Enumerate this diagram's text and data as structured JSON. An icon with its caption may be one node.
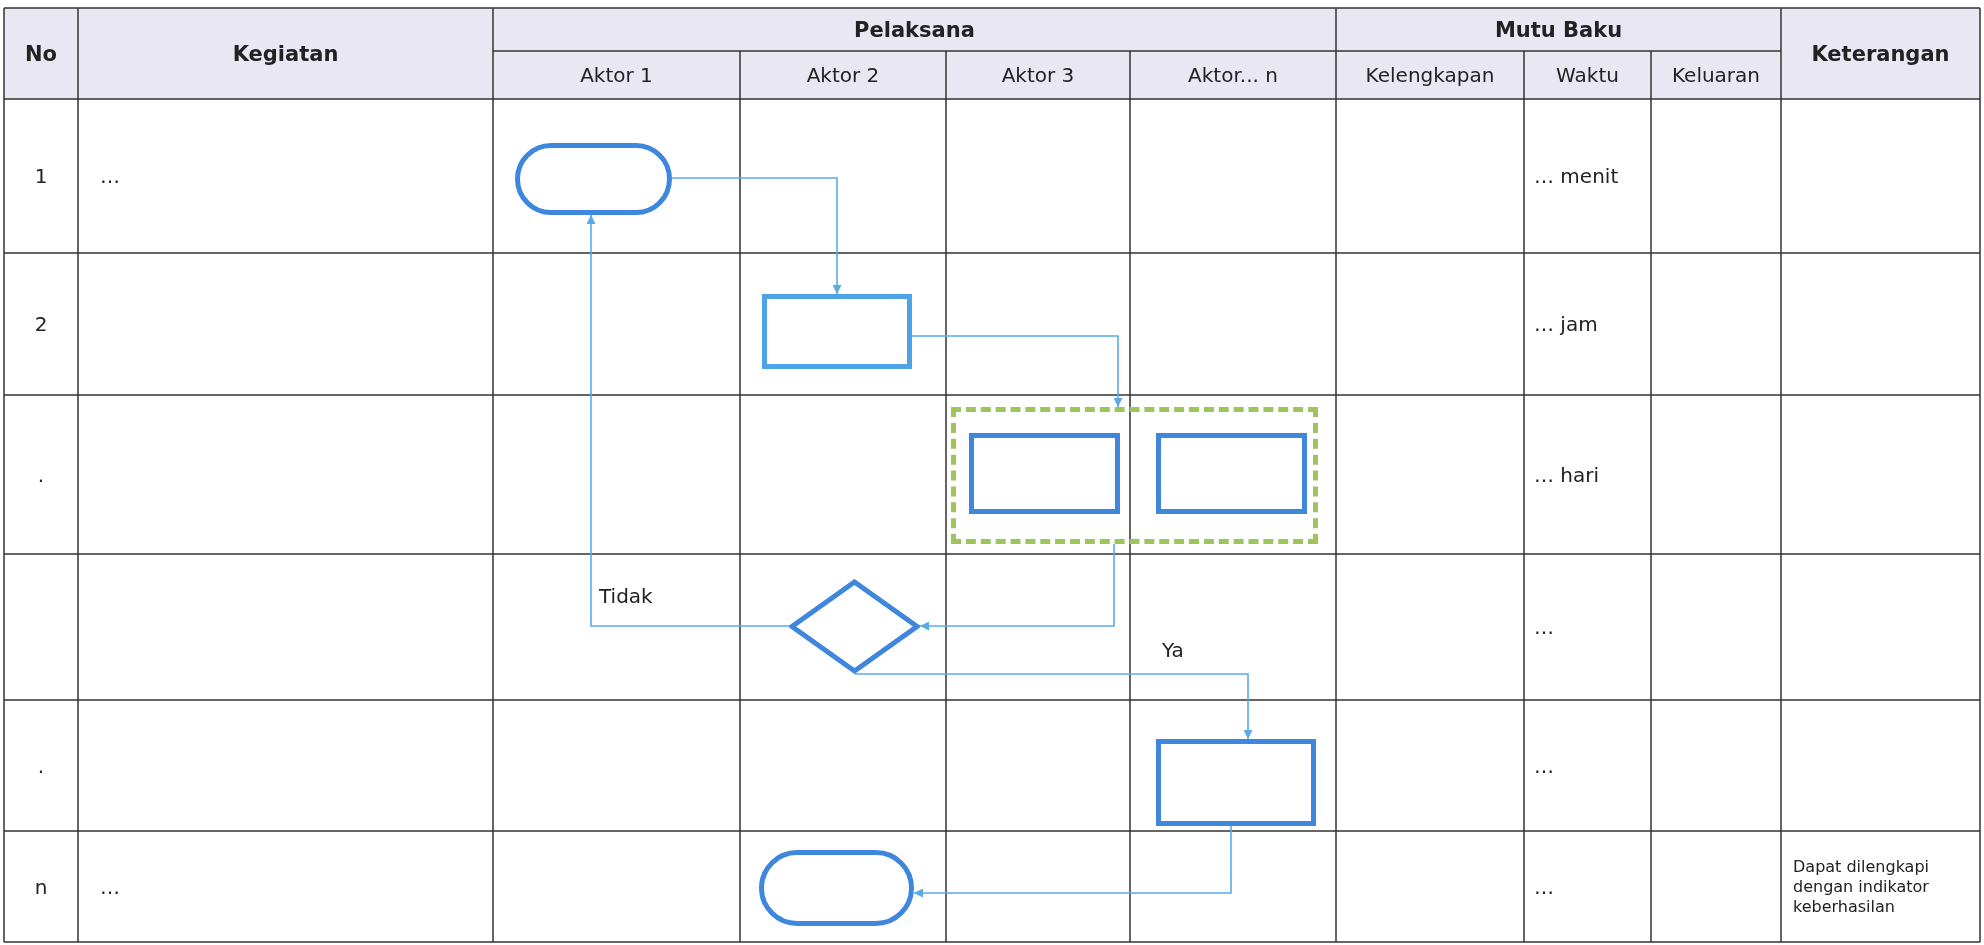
{
  "diagram": {
    "nodes": [
      {
        "text": [],
        "shape": "terminal"
      },
      {
        "text": [],
        "shape": "box"
      },
      {
        "text": [],
        "shape": "box"
      },
      {
        "text": [],
        "shape": "box",
        "in": 2
      },
      {
        "text": [],
        "shape": "box",
        "in": 2
      },
      {
        "text": [],
        "shape": "diamond"
      },
      {
        "text": [],
        "shape": "box"
      },
      {
        "text": [],
        "shape": "terminal"
      }
    ],
    "edges": [
      {
        "from": 0,
        "to": 1,
        "arrow": "to"
      },
      {
        "from": 1,
        "to": 2,
        "arrow": "to"
      },
      {
        "from": 2,
        "to": 5,
        "arrow": "to"
      },
      {
        "from": 5,
        "to": 0,
        "arrow": "to",
        "label": "Tidak"
      },
      {
        "from": 5,
        "to": 6,
        "arrow": "to",
        "label": "Ya"
      },
      {
        "from": 6,
        "to": 7,
        "arrow": "to"
      }
    ],
    "labels": [
      "No",
      "Kegiatan",
      "Pelaksana",
      "Mutu Baku",
      "Keterangan",
      "Aktor 1",
      "Aktor 2",
      "Aktor 3",
      "Aktor... n",
      "Kelengkapan",
      "Waktu",
      "Keluaran",
      "1",
      "…",
      "… menit",
      "2",
      "… jam",
      ".",
      "… hari",
      "…",
      ".",
      "…",
      "n",
      "…",
      "…",
      "Dapat dilengkapi dengan indikator keberhasilan"
    ]
  }
}
